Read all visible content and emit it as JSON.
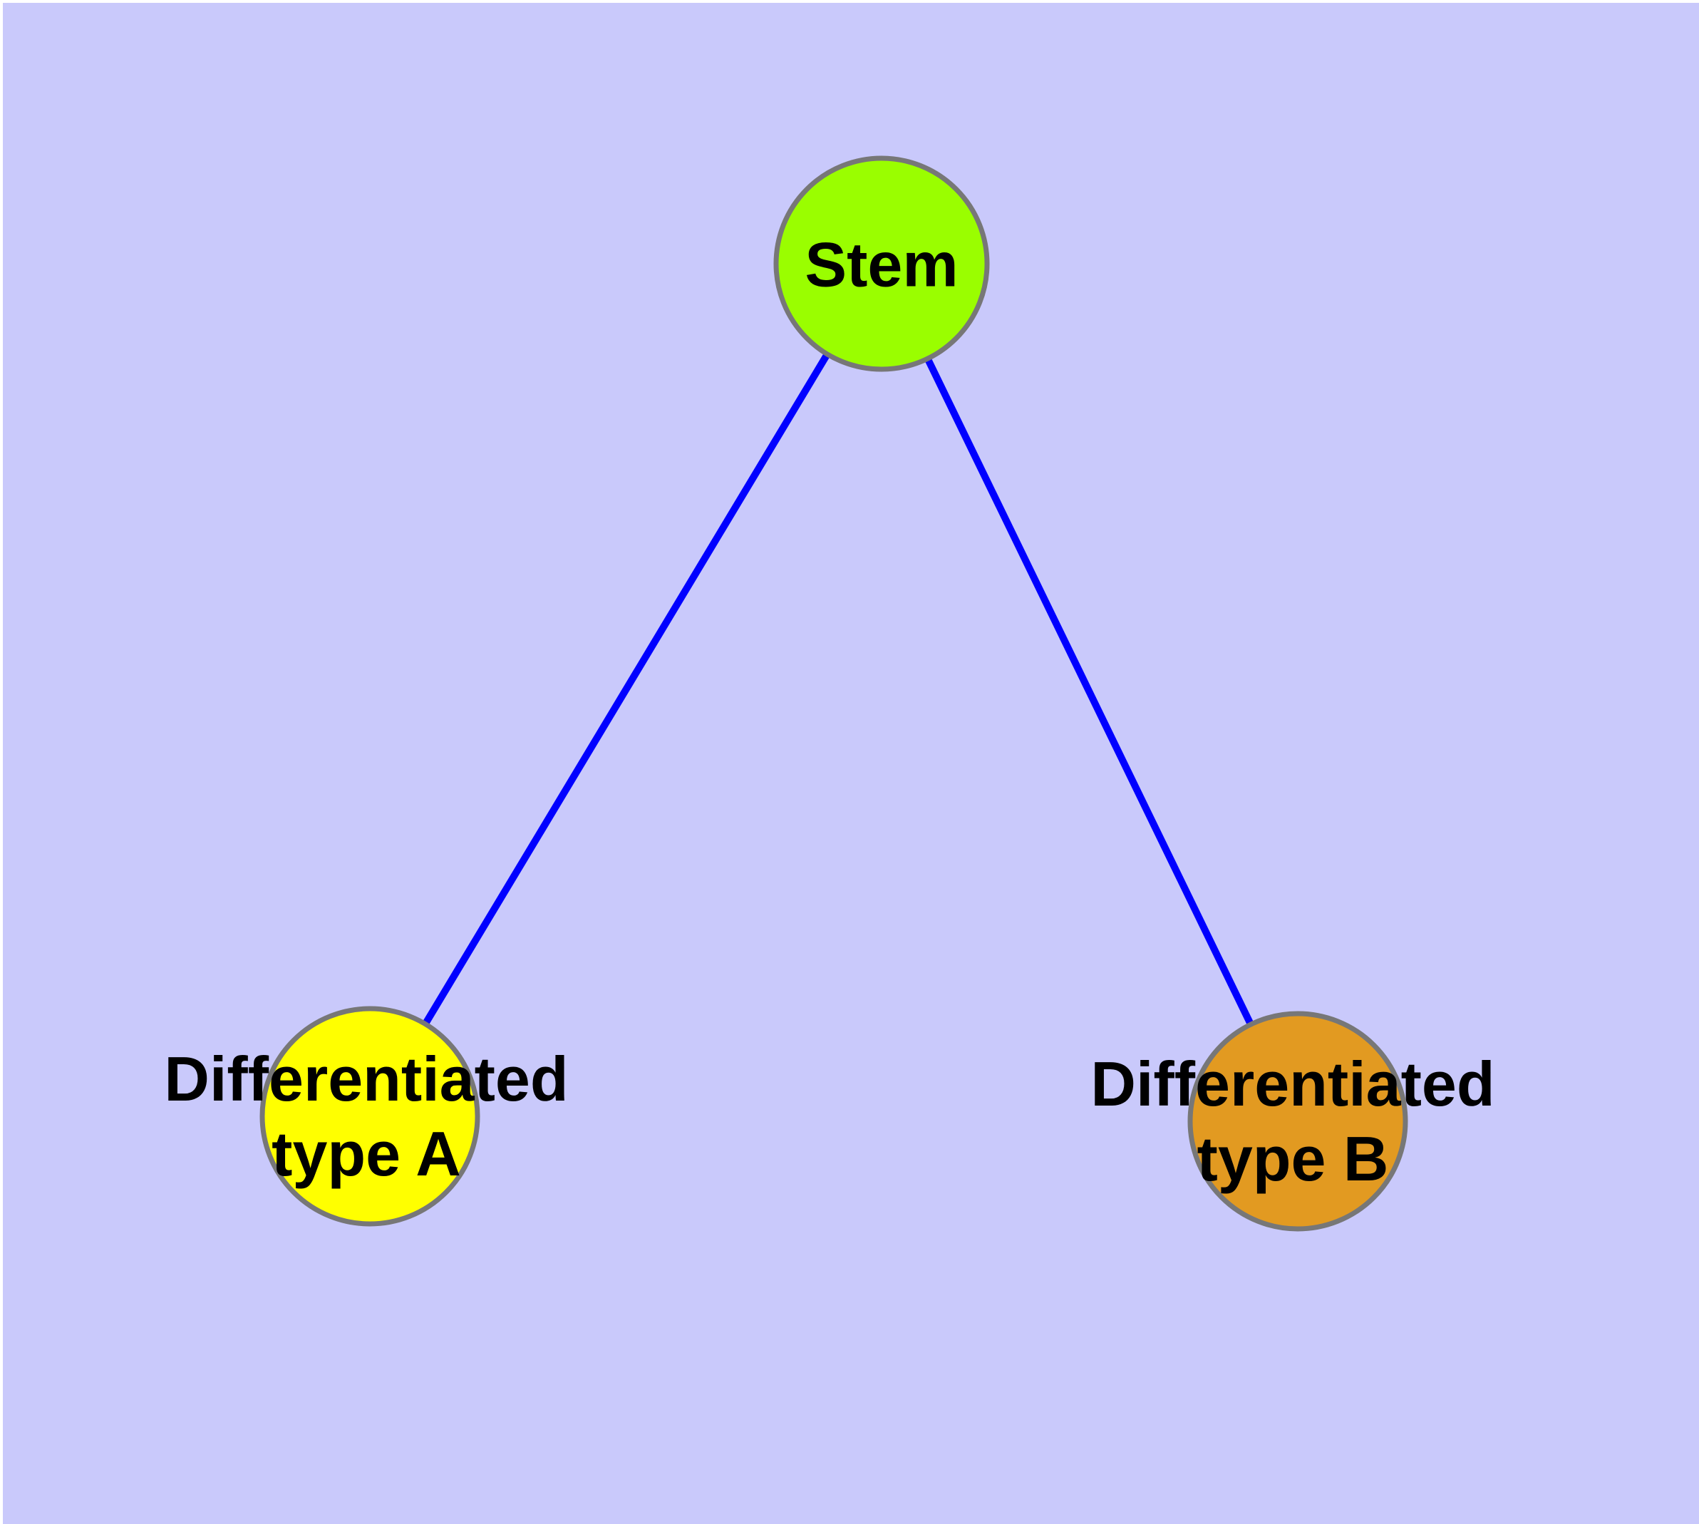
{
  "diagram": {
    "type": "graph",
    "background_color": "#C9C9FB",
    "page_margin_color": "#FFFFFF",
    "label_text_color": "#000000",
    "nodes": [
      {
        "id": "stem",
        "label": "Stem",
        "fill": "#9AFE00",
        "stroke": "#777777"
      },
      {
        "id": "diff-a",
        "label": "Differentiated\ntype A",
        "fill": "#FFFF00",
        "stroke": "#777777"
      },
      {
        "id": "diff-b",
        "label": "Differentiated\ntype B",
        "fill": "#E29A21",
        "stroke": "#777777"
      }
    ],
    "edges": [
      {
        "from": "stem",
        "to": "diff-a",
        "color": "#0000FF"
      },
      {
        "from": "stem",
        "to": "diff-b",
        "color": "#0000FF"
      }
    ]
  }
}
